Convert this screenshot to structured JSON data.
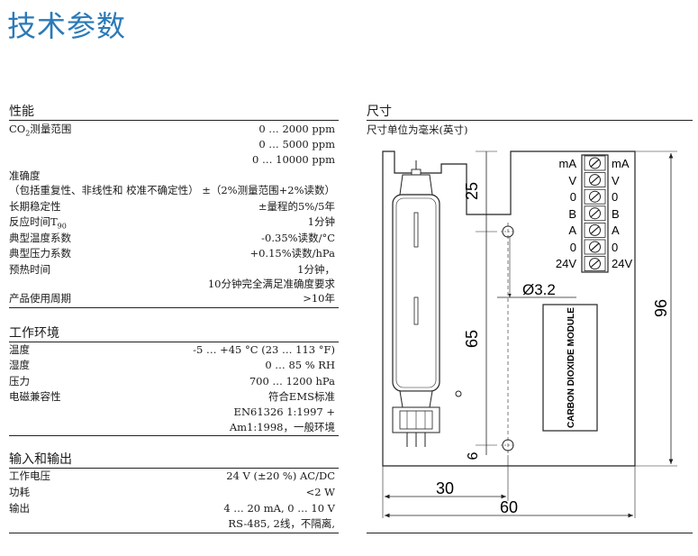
{
  "page_title": "技术参数",
  "performance": {
    "heading": "性能",
    "co2_label_prefix": "CO",
    "co2_label_sub": "2",
    "co2_label_suffix": "测量范围",
    "ranges": [
      "0 … 2000 ppm",
      "0 … 5000 ppm",
      "0 … 10000 ppm"
    ],
    "accuracy_label": "准确度",
    "accuracy_sub_label": "（包括重复性、非线性和 校准不确定性）",
    "accuracy_value": "±（2%测量范围+2%读数）",
    "longterm_label": "长期稳定性",
    "longterm_value": "±量程的5%/5年",
    "response_label_prefix": "反应时间T",
    "response_label_sub": "90",
    "response_value": "1分钟",
    "temp_coef_label": "典型温度系数",
    "temp_coef_value": "-0.35%读数/°C",
    "press_coef_label": "典型压力系数",
    "press_coef_value": "+0.15%读数/hPa",
    "warmup_label": "预热时间",
    "warmup_value_1": "1分钟，",
    "warmup_value_2": "10分钟完全满足准确度要求",
    "lifetime_label": "产品使用周期",
    "lifetime_value": ">10年"
  },
  "environment": {
    "heading": "工作环境",
    "temp_label": "温度",
    "temp_value": "-5 … +45 °C (23 … 113 °F)",
    "humidity_label": "湿度",
    "humidity_value": "0 … 85 % RH",
    "pressure_label": "压力",
    "pressure_value": "700 … 1200 hPa",
    "emc_label": "电磁兼容性",
    "emc_value_1": "符合EMS标准",
    "emc_value_2": "EN61326 1:1997 +",
    "emc_value_3": "Am1:1998，一般环境"
  },
  "io": {
    "heading": "输入和输出",
    "voltage_label": "工作电压",
    "voltage_value": "24 V (±20 %) AC/DC",
    "power_label": "功耗",
    "power_value": "<2 W",
    "output_label": "输出",
    "output_value_1": "4 … 20 mA, 0 … 10 V",
    "output_value_2": "RS-485, 2线，不隔离,"
  },
  "dimensions": {
    "heading": "尺寸",
    "subtitle": "尺寸单位为毫米(英寸)",
    "dim_25": "25",
    "dim_65": "65",
    "dim_6": "6",
    "dim_96": "96",
    "dim_30": "30",
    "dim_60": "60",
    "dim_hole": "Ø3.2",
    "module_text": "CARBON DIOXIDE MODULE",
    "terminals_left": [
      "mA",
      "V",
      "0",
      "B",
      "A",
      "0",
      "24V"
    ],
    "terminals_right": [
      "mA",
      "V",
      "0",
      "B",
      "A",
      "0",
      "24V"
    ]
  }
}
